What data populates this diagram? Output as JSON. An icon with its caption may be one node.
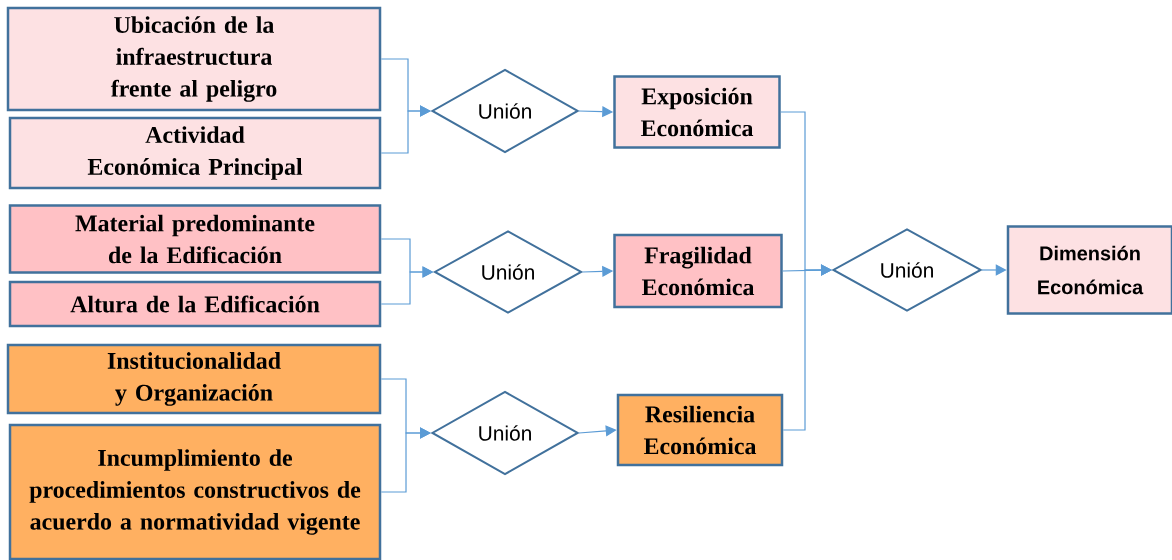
{
  "diagram": {
    "nodes": [
      {
        "text": [
          "Ubicación de la infraestructura frente al peligro"
        ]
      },
      {
        "text": [
          "Actividad Económica Principal"
        ]
      },
      {
        "text": [
          "Unión"
        ]
      },
      {
        "text": [
          "Exposición Económica"
        ]
      },
      {
        "text": [
          "Material predominante de la Edificación"
        ]
      },
      {
        "text": [
          "Altura de la Edificación"
        ]
      },
      {
        "text": [
          "Unión"
        ]
      },
      {
        "text": [
          "Fragilidad Económica"
        ]
      },
      {
        "text": [
          "Institucionalidad y Organización"
        ]
      },
      {
        "text": [
          "Incumplimiento de procedimientos constructivos de acuerdo a normatividad vigente"
        ]
      },
      {
        "text": [
          "Unión"
        ]
      },
      {
        "text": [
          "Resiliencia Económica"
        ]
      },
      {
        "text": [
          "Unión"
        ]
      },
      {
        "text": [
          "Dimensión Económica"
        ]
      }
    ],
    "edges": [
      {
        "from": 0,
        "to": 2,
        "arrow": "to"
      },
      {
        "from": 1,
        "to": 2,
        "arrow": "to"
      },
      {
        "from": 2,
        "to": 3,
        "arrow": "to"
      },
      {
        "from": 4,
        "to": 6,
        "arrow": "to"
      },
      {
        "from": 5,
        "to": 6,
        "arrow": "to"
      },
      {
        "from": 6,
        "to": 7,
        "arrow": "to"
      },
      {
        "from": 8,
        "to": 10,
        "arrow": "to"
      },
      {
        "from": 9,
        "to": 10,
        "arrow": "to"
      },
      {
        "from": 10,
        "to": 11,
        "arrow": "to"
      },
      {
        "from": 3,
        "to": 12,
        "arrow": "to"
      },
      {
        "from": 7,
        "to": 12,
        "arrow": "to"
      },
      {
        "from": 11,
        "to": 12,
        "arrow": "to"
      },
      {
        "from": 12,
        "to": 13,
        "arrow": "to"
      }
    ]
  }
}
